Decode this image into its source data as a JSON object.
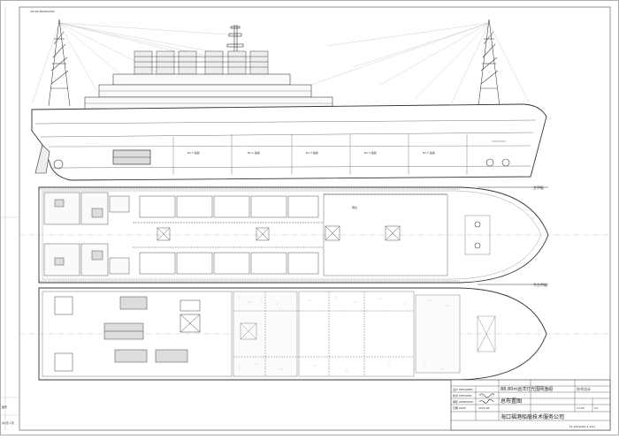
{
  "drawing": {
    "top_left_code": "2019S-850000000",
    "bottom_right_code": "F1-2019(08)-1-2(b)"
  },
  "deck_labels": {
    "main_deck": "主甲板",
    "platform_deck": "平台甲板"
  },
  "title_block": {
    "vessel_name": "88.80m远洋灯光围网渔船",
    "doc_title": "技术设计",
    "drawing_name": "总布置图",
    "company": "海口福港船舶技术服务公司",
    "row_labels": [
      "设计 DESIGNED",
      "校对 CHECKED",
      "审核 APPROVED",
      "日期 DATE"
    ],
    "date": "2019.08",
    "scale_value": "1:100",
    "sheet_value": "1/1"
  },
  "margin_labels": {
    "left_top": "图号",
    "left_bottom": "共1页 1页"
  }
}
